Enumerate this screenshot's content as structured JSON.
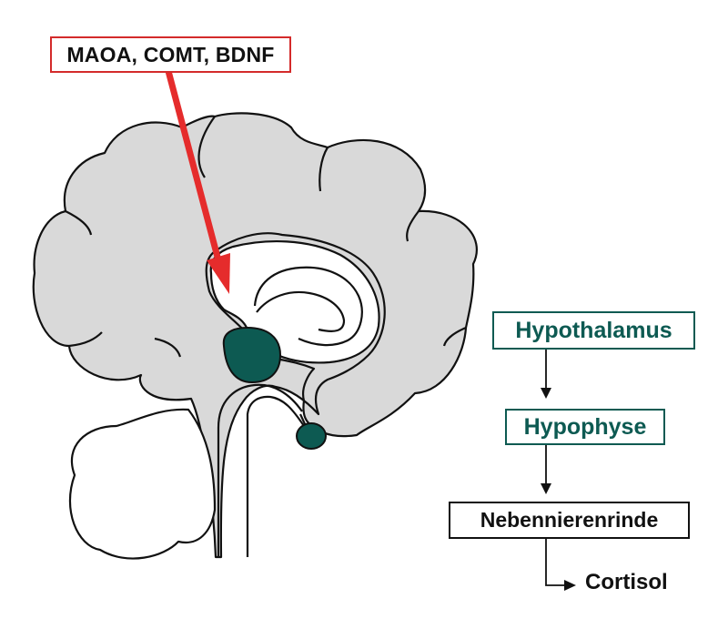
{
  "labels": {
    "genes": "MAOA, COMT, BDNF",
    "hypothalamus": "Hypothalamus",
    "pituitary": "Hypophyse",
    "adrenal_cortex": "Nebennierenrinde",
    "cortisol": "Cortisol"
  },
  "colors": {
    "brain_fill": "#d9d9d9",
    "outline": "#111111",
    "highlight_teal": "#0d5a52",
    "marker_red": "#e52c2c"
  }
}
